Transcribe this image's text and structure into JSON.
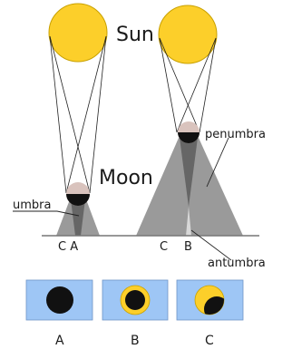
{
  "labels": {
    "sun": "Sun",
    "moon": "Moon",
    "umbra": "umbra",
    "penumbra": "penumbra",
    "antumbra": "antumbra",
    "ground_left": "C A",
    "ground_right_c": "C",
    "ground_right_b": "B",
    "panel_a": "A",
    "panel_b": "B",
    "panel_c": "C"
  },
  "colors": {
    "sun": "#fccf2a",
    "sun_stroke": "#c9a100",
    "moon_dark": "#111111",
    "moon_lit": "#d9c3bd",
    "umbra_shadow": "#666666",
    "penumbra_shadow": "#9a9a9a",
    "antumbra_shadow": "#d8d8d8",
    "panel_sky": "#9ec6f5",
    "ground": "#777777",
    "line": "#222222"
  }
}
